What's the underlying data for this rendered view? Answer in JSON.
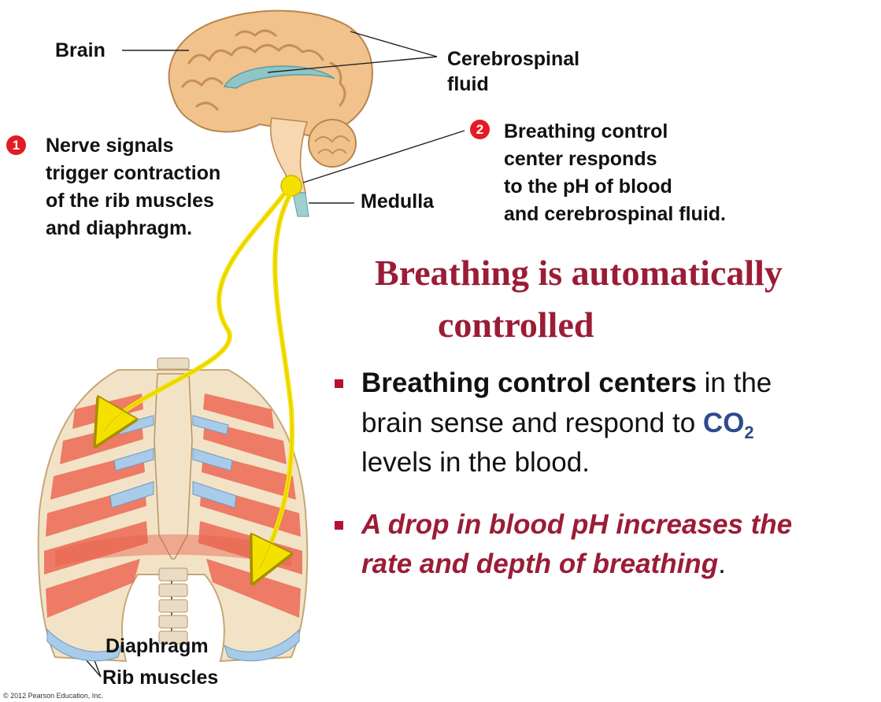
{
  "labels": {
    "brain": "Brain",
    "csf_line1": "Cerebrospinal",
    "csf_line2": "fluid",
    "medulla": "Medulla",
    "diaphragm": "Diaphragm",
    "rib_muscles": "Rib muscles",
    "copyright": "© 2012 Pearson Education, Inc."
  },
  "steps": [
    {
      "number": "1",
      "lines": [
        "Nerve signals",
        "trigger contraction",
        "of the rib muscles",
        "and diaphragm."
      ]
    },
    {
      "number": "2",
      "lines": [
        "Breathing control",
        "center responds",
        "to the pH of blood",
        "and cerebrospinal fluid."
      ]
    }
  ],
  "title": {
    "line1": "Breathing is automatically",
    "line2": "controlled"
  },
  "bullets": {
    "b1_bold": "Breathing control centers",
    "b1_a": " in the",
    "b1_b": "brain sense and respond to ",
    "co2": "CO",
    "co2_sub": "2",
    "b1_c": "levels in the blood.",
    "b2_line1": "A drop in blood pH increases the",
    "b2_line2": "rate and depth of breathing",
    "b2_period": "."
  },
  "colors": {
    "title": "#9b1c36",
    "co2": "#2f4a8c",
    "badge": "#e31b23",
    "nerve": "#f5e100",
    "muscle": "#e8604c",
    "rib": "#f1dfc0",
    "cartilage": "#9cc3e6"
  }
}
